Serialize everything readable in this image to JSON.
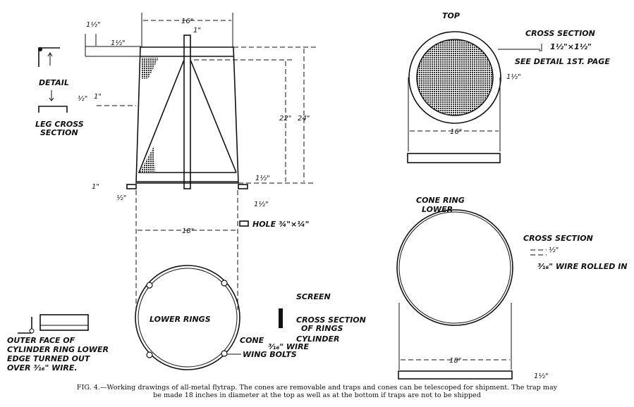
{
  "side_view": {
    "dim_top_width": "16\"",
    "dim_post_width": "1\"",
    "dim_flange_a": "1½\"",
    "dim_flange_b": "1½\"",
    "dim_inner_height": "22\"",
    "dim_total_height": "24\"",
    "dim_bottom_ring": "1½\"",
    "dim_foot_a": "1\"",
    "dim_foot_b": "½\"",
    "dim_foot_c": "1½\"",
    "dim_bottom_width": "18\"",
    "hole_label": "HOLE ¾\"×¼\""
  },
  "detail": {
    "title": "DETAIL",
    "dim_a": "½\"",
    "dim_b": "1\"",
    "label_line1": "LEG CROSS",
    "label_line2": "SECTION"
  },
  "top_view": {
    "title": "TOP",
    "cross_section": "CROSS SECTION",
    "cross_section_dim": "1½\"×1½\"",
    "see_detail": "SEE DETAIL 1ST. PAGE",
    "ring_dim": "1½\"",
    "width_dim": "16\""
  },
  "cone_ring": {
    "title_line1": "CONE RING",
    "title_line2": "LOWER",
    "cross_section": "CROSS SECTION",
    "cross_dim": "½\"",
    "wire_label": "³⁄₁₆\" WIRE ROLLED IN",
    "width_dim": "18\"",
    "height_dim": "1½\""
  },
  "lower_rings": {
    "title": "LOWER RINGS",
    "screen": "SCREEN",
    "cross_line1": "CROSS SECTION",
    "cross_line2": "OF RINGS",
    "cone": "CONE",
    "cylinder": "CYLINDER",
    "wire": "³⁄₁₆\" WIRE",
    "wing_bolts": "WING BOLTS"
  },
  "outer_face": {
    "line1": "OUTER FACE OF",
    "line2": "CYLINDER RING LOWER",
    "line3": "EDGE TURNED OUT",
    "line4": "OVER ³⁄₁₆\" WIRE."
  },
  "caption": {
    "line1": "FIG. 4.—Working drawings of all-metal flytrap.  The cones are removable and traps and cones can be telescoped for shipment.  The trap may",
    "line2": "be made 18 inches in diameter at the top as well as at the bottom if traps are not to be shipped"
  }
}
